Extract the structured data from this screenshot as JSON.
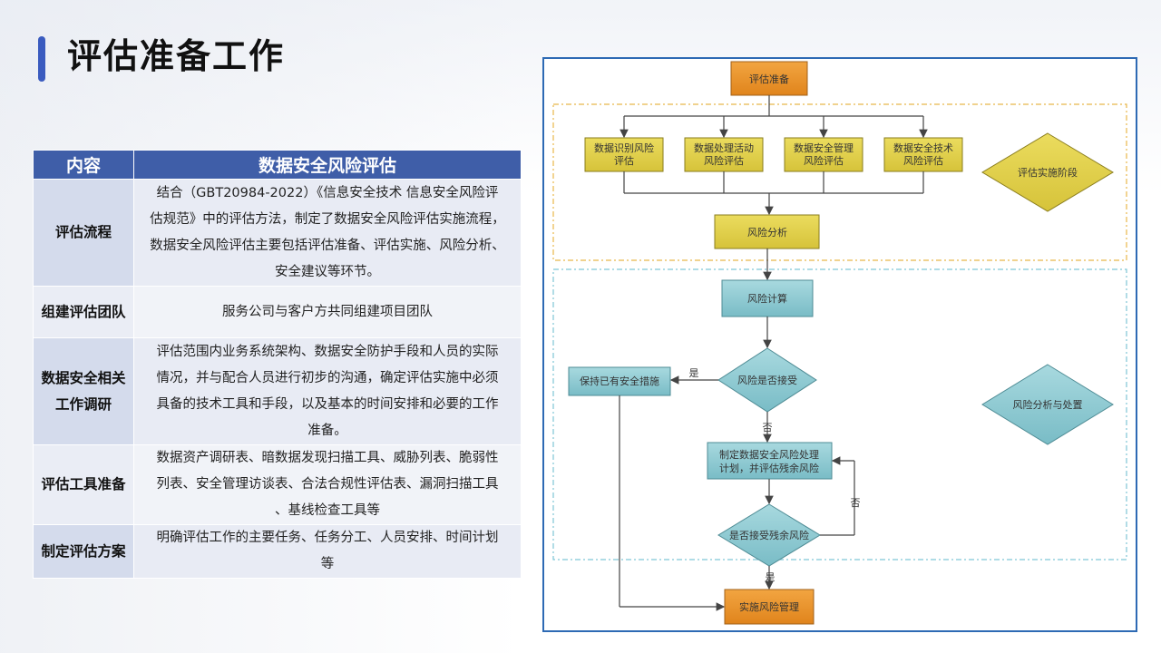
{
  "page": {
    "title": "评估准备工作"
  },
  "table": {
    "headers": [
      "内容",
      "数据安全风险评估"
    ],
    "rows": [
      {
        "label": "评估流程",
        "lines": [
          "结合（GBT20984-2022）《信息安全技术 信息安全风险评",
          "估规范》中的评估方法，制定了数据安全风险评估实施流程，",
          "数据安全风险评估主要包括评估准备、评估实施、风险分析、",
          "安全建议等环节。"
        ]
      },
      {
        "label": "组建评估团队",
        "lines": [
          "服务公司与客户方共同组建项目团队"
        ]
      },
      {
        "label": "数据安全相关工作调研",
        "label_lines": [
          "数据安全相关",
          "工作调研"
        ],
        "lines": [
          "评估范围内业务系统架构、数据安全防护手段和人员的实际",
          "情况，并与配合人员进行初步的沟通，确定评估实施中必须",
          "具备的技术工具和手段，以及基本的时间安排和必要的工作",
          "准备。"
        ]
      },
      {
        "label": "评估工具准备",
        "lines": [
          "数据资产调研表、暗数据发现扫描工具、威胁列表、脆弱性",
          "列表、安全管理访谈表、合法合规性评估表、漏洞扫描工具",
          "、基线检查工具等"
        ]
      },
      {
        "label": "制定评估方案",
        "lines": [
          "明确评估工作的主要任务、任务分工、人员安排、时间计划",
          "等"
        ]
      }
    ]
  },
  "flow": {
    "start": "评估准备",
    "stage1": [
      "数据识别风险",
      "评估"
    ],
    "stage2": [
      "数据处理活动",
      "风险评估"
    ],
    "stage3": [
      "数据安全管理",
      "风险评估"
    ],
    "stage4": [
      "数据安全技术",
      "风险评估"
    ],
    "phase1_label": "评估实施阶段",
    "risk_analysis": "风险分析",
    "risk_calc": "风险计算",
    "accept_decision": "风险是否接受",
    "keep_measures": "保持已有安全措施",
    "yes1": "是",
    "no1": "否",
    "plan": [
      "制定数据安全风险处理",
      "计划，并评估残余风险"
    ],
    "residual_decision": "是否接受残余风险",
    "no2": "否",
    "yes2": "是",
    "phase2_label": "风险分析与处置",
    "end": "实施风险管理"
  },
  "colors": {
    "accent": "#3a5bbf",
    "header": "#3f5ea8",
    "orange": "#e9932b",
    "yellow": "#e0d04a",
    "teal": "#8fcbd3",
    "frame": "#2e6ab4"
  }
}
